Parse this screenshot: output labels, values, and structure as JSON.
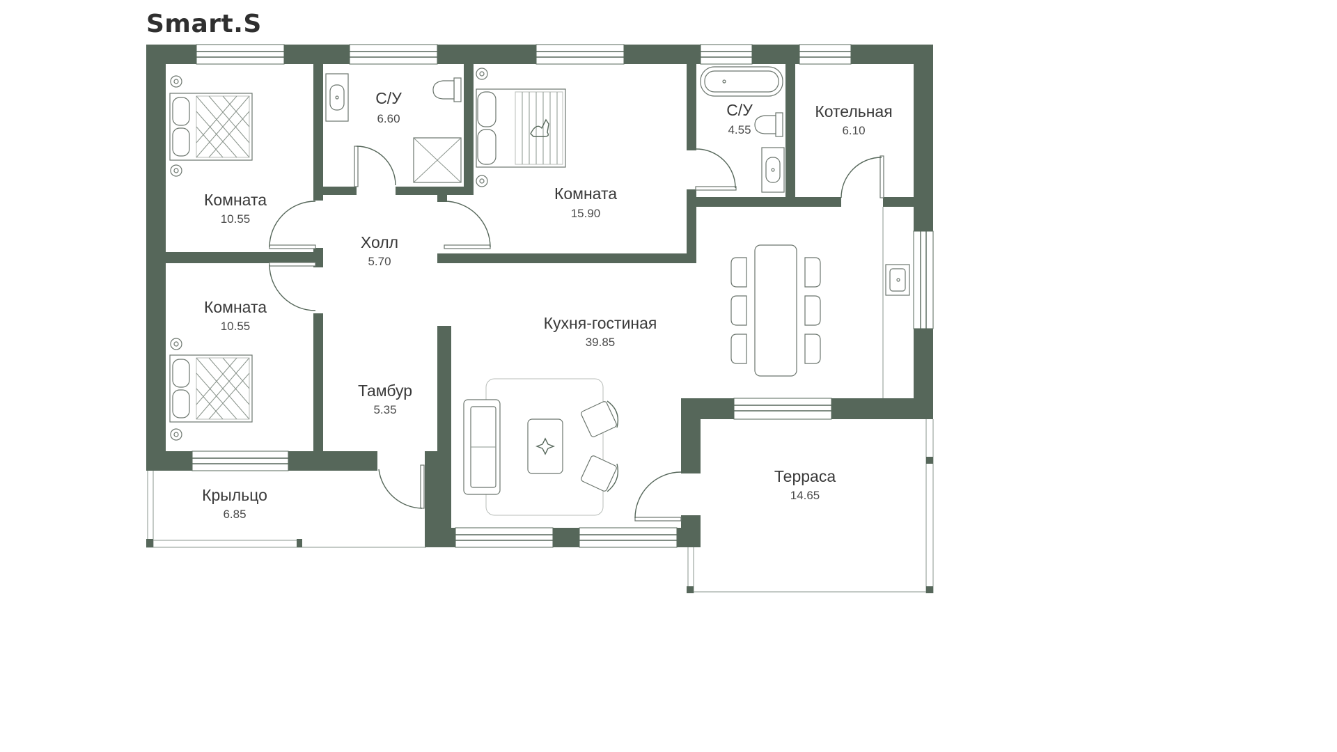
{
  "title": "Smart.S",
  "colors": {
    "wall": "#56675a",
    "text": "#3a3a3a",
    "background": "#ffffff"
  },
  "rooms": [
    {
      "id": "room-1",
      "name": "Комната",
      "area": "10.55"
    },
    {
      "id": "bath-1",
      "name": "С/У",
      "area": "6.60"
    },
    {
      "id": "room-2",
      "name": "Комната",
      "area": "15.90"
    },
    {
      "id": "bath-2",
      "name": "С/У",
      "area": "4.55"
    },
    {
      "id": "boiler",
      "name": "Котельная",
      "area": "6.10"
    },
    {
      "id": "hall",
      "name": "Холл",
      "area": "5.70"
    },
    {
      "id": "room-3",
      "name": "Комната",
      "area": "10.55"
    },
    {
      "id": "kitchen",
      "name": "Кухня-гостиная",
      "area": "39.85"
    },
    {
      "id": "vestibule",
      "name": "Тамбур",
      "area": "5.35"
    },
    {
      "id": "porch",
      "name": "Крыльцо",
      "area": "6.85"
    },
    {
      "id": "terrace",
      "name": "Терраса",
      "area": "14.65"
    }
  ]
}
